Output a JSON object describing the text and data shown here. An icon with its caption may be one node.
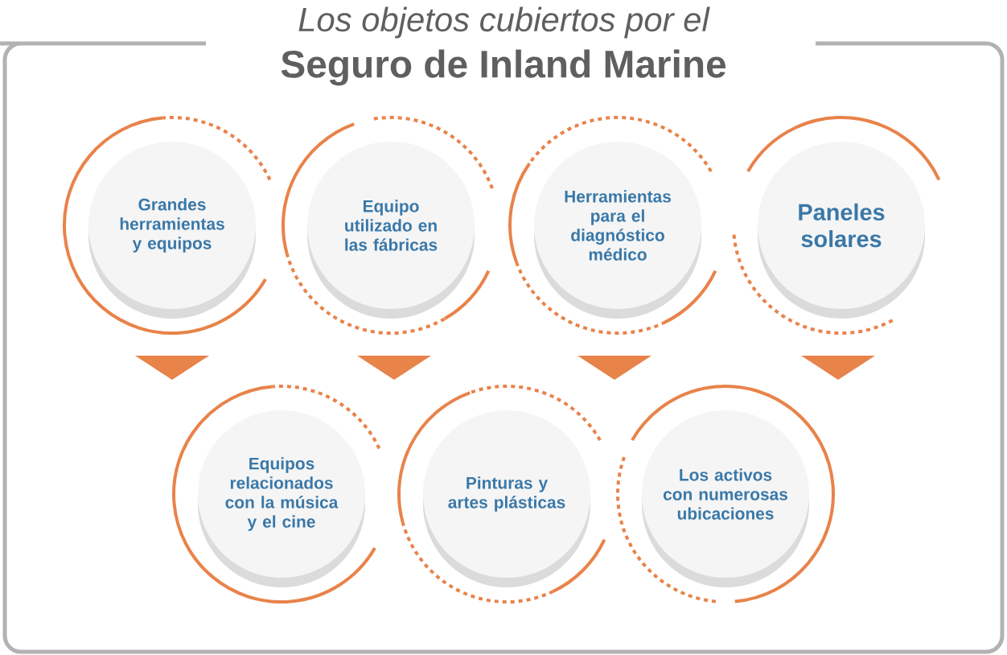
{
  "diagram": {
    "title": "Seguro de Inland Marine",
    "labels": [
      "Los objetos cubiertos por el"
    ],
    "nodes": [
      {
        "text": [
          "Grandes herramientas y equipos"
        ]
      },
      {
        "text": [
          "Equipo utilizado en las fábricas"
        ]
      },
      {
        "text": [
          "Herramientas para el diagnóstico médico"
        ]
      },
      {
        "text": [
          "Paneles solares"
        ]
      },
      {
        "text": [
          "Equipos relacionados con la música y el cine"
        ]
      },
      {
        "text": [
          "Pinturas y artes plásticas"
        ]
      },
      {
        "text": [
          "Los activos con numerosas ubicaciones"
        ]
      }
    ]
  }
}
